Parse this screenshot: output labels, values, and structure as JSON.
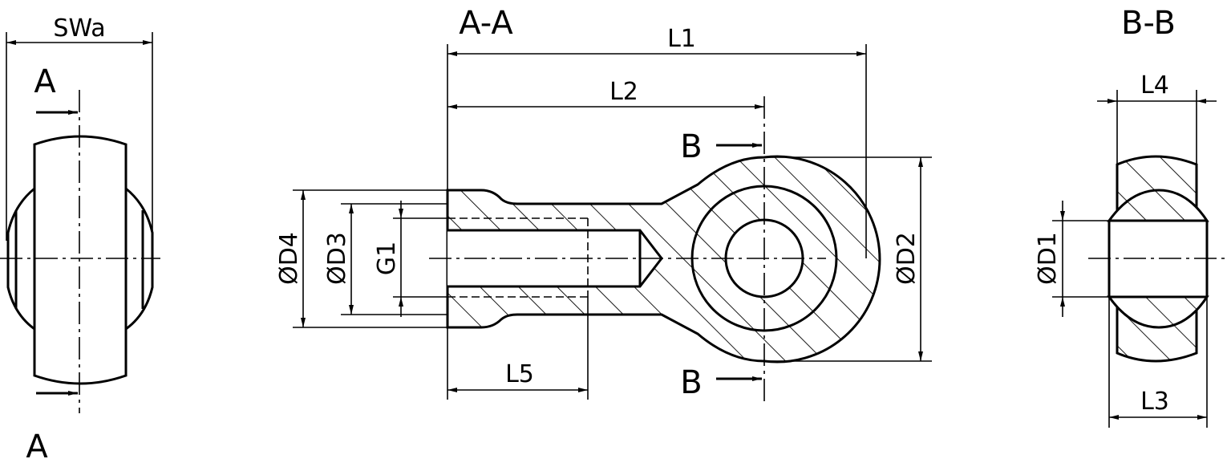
{
  "views": {
    "side": {
      "section_marker_top": "A",
      "section_marker_bottom": "A",
      "dim_width": "SWa"
    },
    "section_aa": {
      "title": "A-A",
      "dims": {
        "l1": "L1",
        "l2": "L2",
        "l5": "L5",
        "d4": "ØD4",
        "d3": "ØD3",
        "g1": "G1",
        "d2": "ØD2"
      },
      "section_marker_top": "B",
      "section_marker_bottom": "B"
    },
    "section_bb": {
      "title": "B-B",
      "dims": {
        "l4": "L4",
        "l3": "L3",
        "d1": "ØD1"
      }
    }
  }
}
